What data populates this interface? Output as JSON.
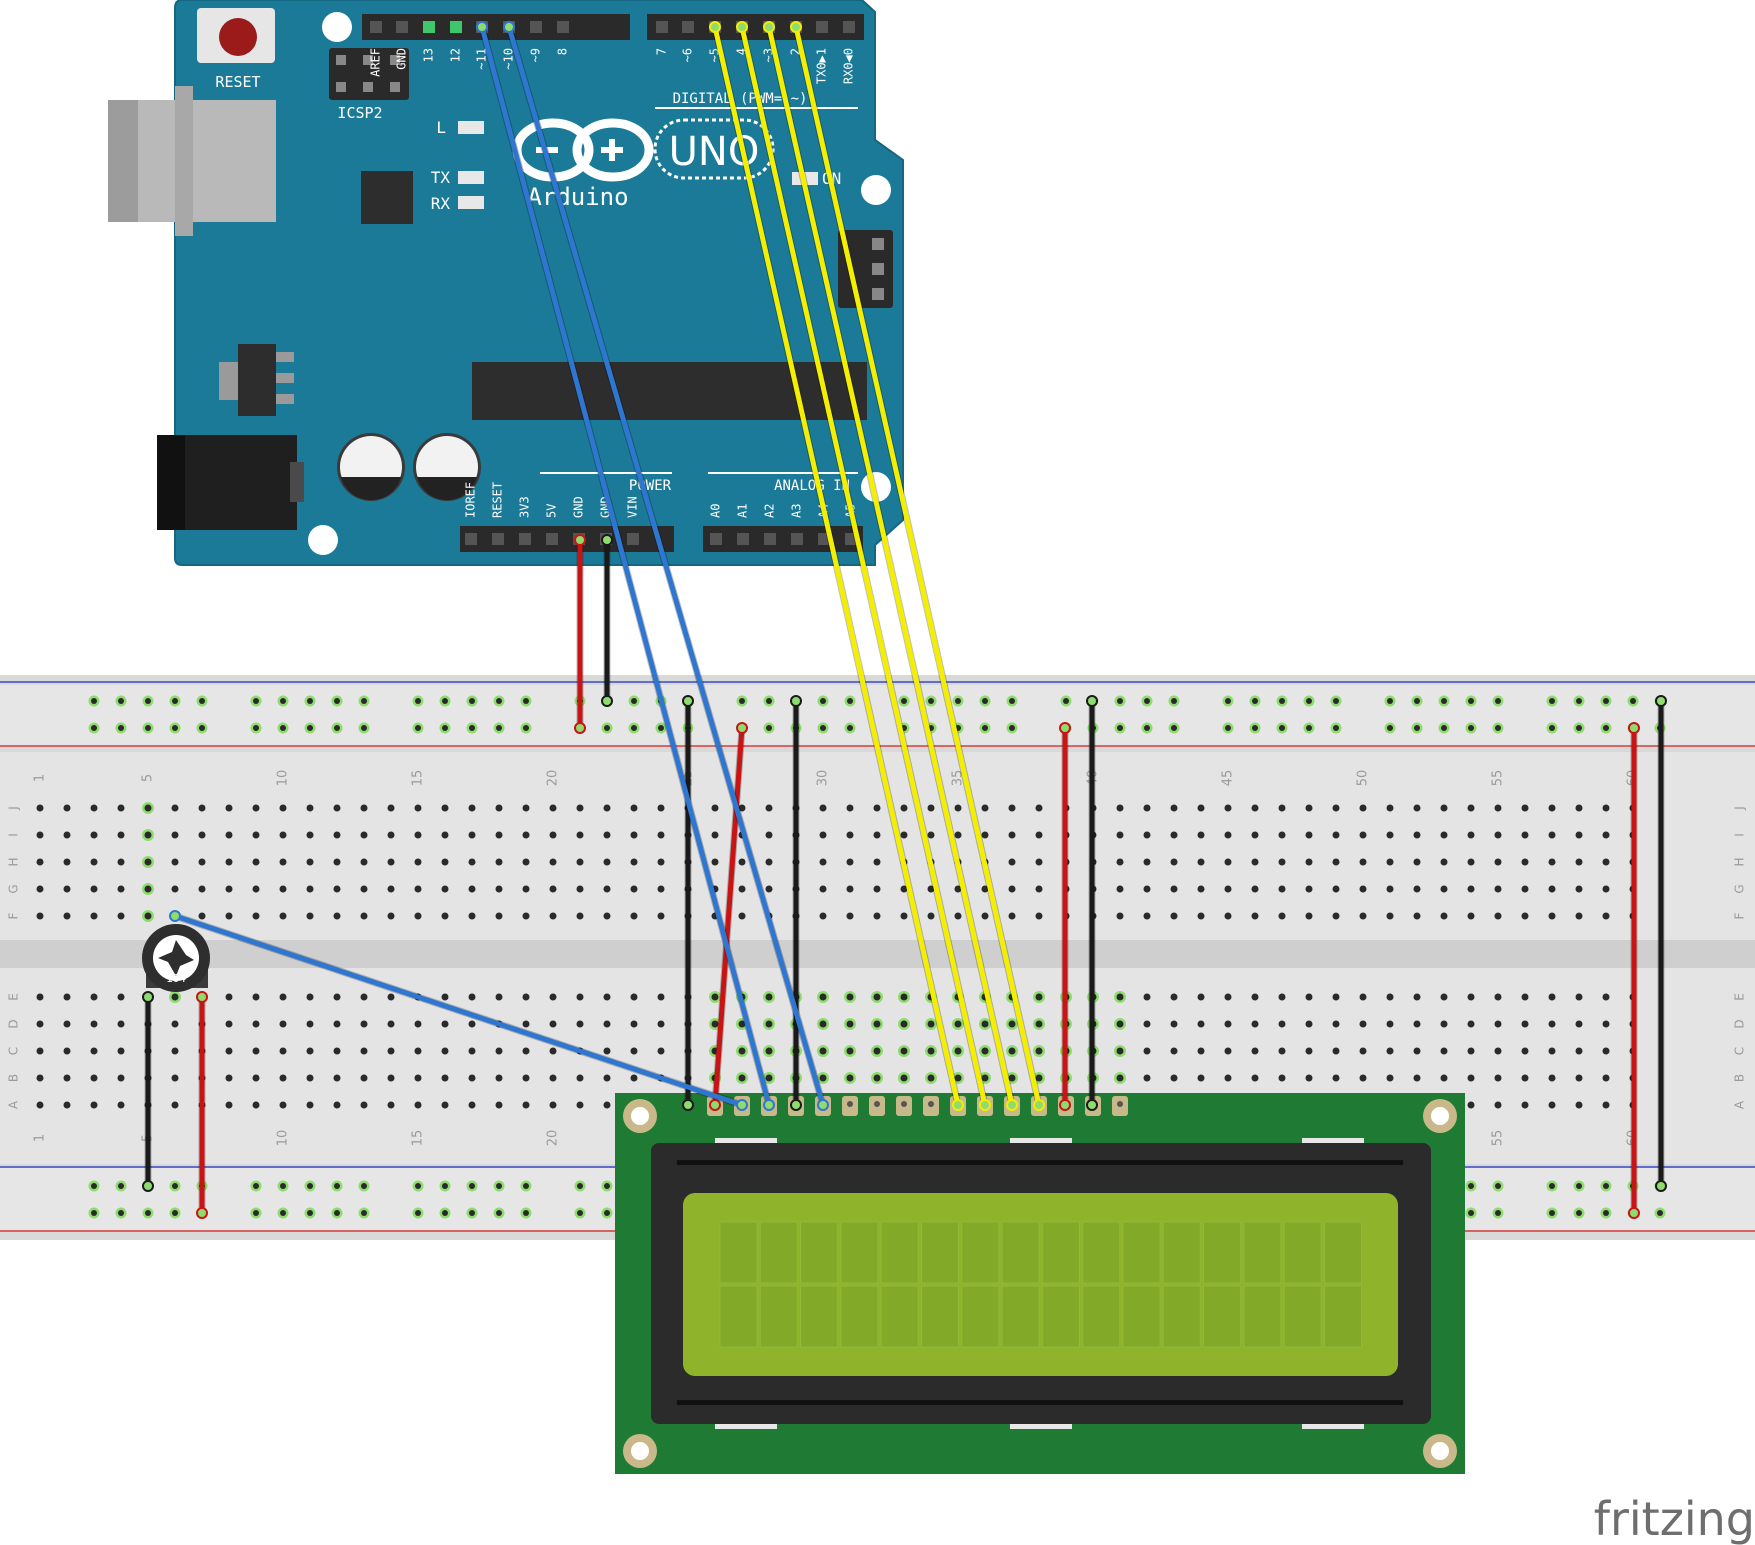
{
  "arduino": {
    "reset_label": "RESET",
    "icsp_label": "ICSP2",
    "digital_label": "DIGITAL (PWM= ~)",
    "digital_pins": [
      "AREF",
      "GND",
      "13",
      "12",
      "~11",
      "~10",
      "~9",
      "8",
      "7",
      "~6",
      "~5",
      "4",
      "~3",
      "2",
      "TX0▶1",
      "RX0◀0"
    ],
    "model": "UNO",
    "brand": "Arduino",
    "led_l": "L",
    "led_tx": "TX",
    "led_rx": "RX",
    "led_on": "ON",
    "power_label": "POWER",
    "analog_label": "ANALOG IN",
    "power_pins": [
      "IOREF",
      "RESET",
      "3V3",
      "5V",
      "GND",
      "GND",
      "VIN"
    ],
    "analog_pins": [
      "A0",
      "A1",
      "A2",
      "A3",
      "A4",
      "A5"
    ]
  },
  "breadboard": {
    "row_letters": [
      "J",
      "I",
      "H",
      "G",
      "F",
      "E",
      "D",
      "C",
      "B",
      "A"
    ],
    "column_numbers": [
      "1",
      "5",
      "10",
      "15",
      "20",
      "25",
      "30",
      "35",
      "40",
      "45",
      "50",
      "55",
      "60"
    ]
  },
  "potentiometer": {
    "label": "104"
  },
  "watermark": "fritzing",
  "colors": {
    "board": "#1a7a97",
    "lcd_pcb": "#1f7a33",
    "lcd_screen": "#8fb32a",
    "wire_blue": "#2f76d1",
    "wire_yellow": "#f4ee00",
    "wire_red": "#c81414",
    "wire_black": "#1a1a1a"
  }
}
